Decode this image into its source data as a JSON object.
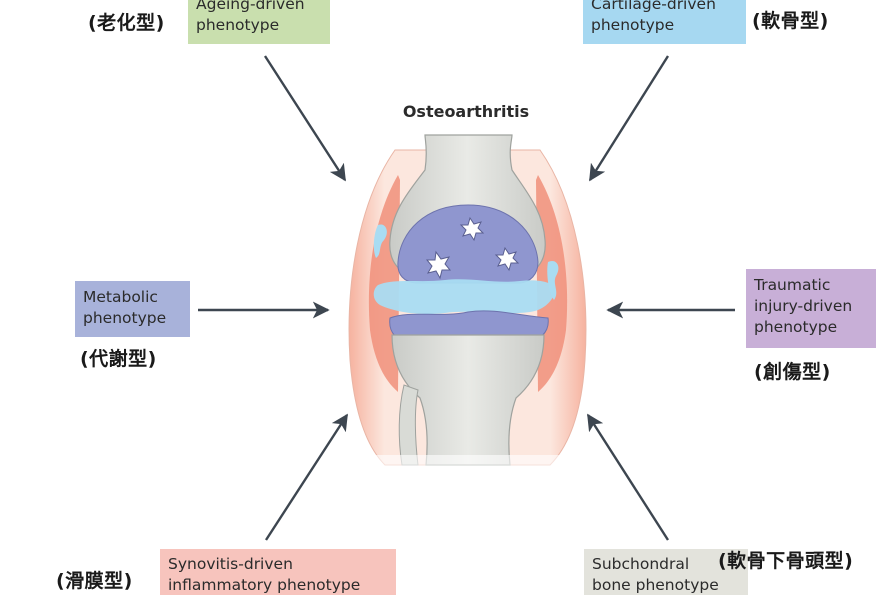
{
  "title": "Osteoarthritis",
  "phenotypes": {
    "ageing": {
      "line1": "Ageing-driven",
      "line2": "phenotype",
      "jp": "(老化型)",
      "color": "#c9dfae"
    },
    "cartilage": {
      "line1": "Cartilage-driven",
      "line2": "phenotype",
      "jp": "(軟骨型)",
      "color": "#a6d8f1"
    },
    "metabolic": {
      "line1": "Metabolic",
      "line2": "phenotype",
      "jp": "(代謝型)",
      "color": "#a8b2da"
    },
    "traumatic": {
      "line1": "Traumatic",
      "line2": "injury-driven",
      "line3": "phenotype",
      "jp": "(創傷型)",
      "color": "#c8afd7"
    },
    "synovitis": {
      "line1": "Synovitis-driven",
      "line2": "inflammatory phenotype",
      "jp": "(滑膜型)",
      "color": "#f7c4bd"
    },
    "subchondral": {
      "line1": "Subchondral",
      "line2": "bone phenotype",
      "jp": "(軟骨下骨頭型)",
      "color": "#e3e3dc"
    }
  }
}
